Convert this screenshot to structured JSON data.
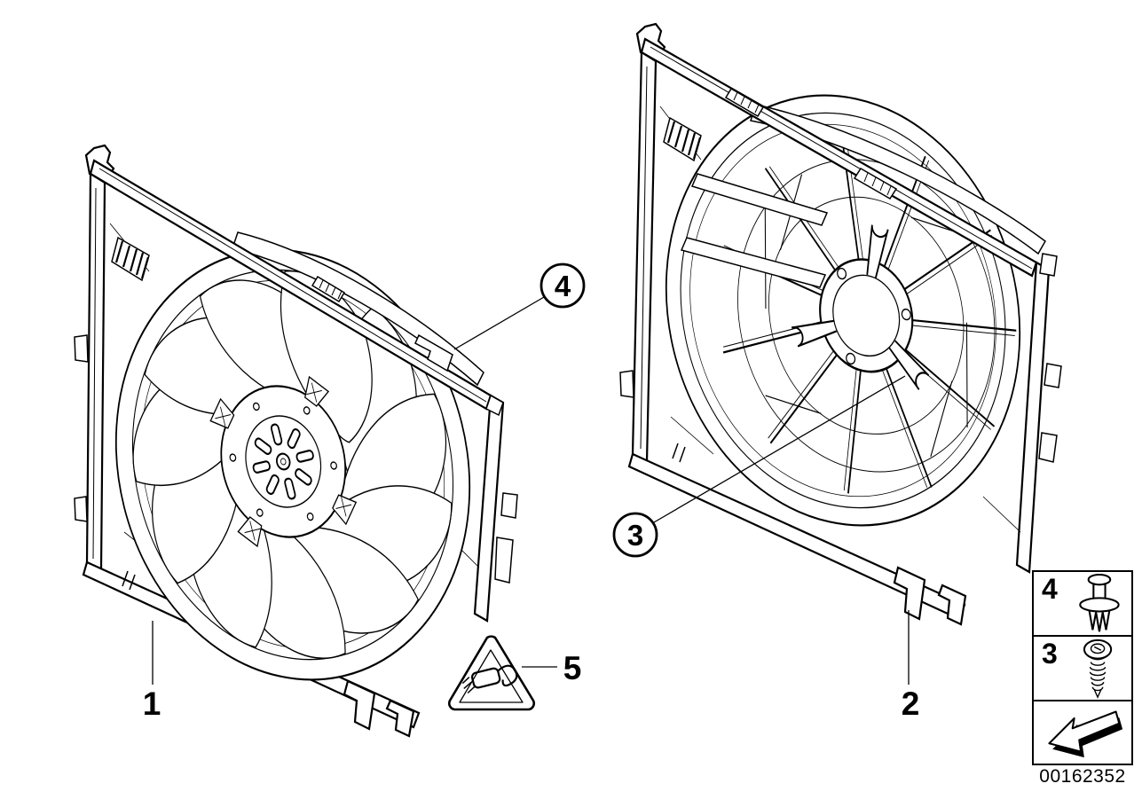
{
  "page": {
    "background_color": "#ffffff",
    "line_color": "#000000"
  },
  "callouts": {
    "item1": {
      "label": "1"
    },
    "item2": {
      "label": "2"
    },
    "item3": {
      "label": "3"
    },
    "item4": {
      "label": "4"
    },
    "item5": {
      "label": "5"
    }
  },
  "legend": {
    "rows": [
      {
        "number": "4",
        "icon": "expansion-rivet-icon"
      },
      {
        "number": "3",
        "icon": "screw-icon"
      }
    ],
    "footer_icon": "direction-arrow-icon"
  },
  "warning": {
    "icon": "warning-triangle-connector-icon"
  },
  "footer": {
    "part_number": "00162352"
  }
}
